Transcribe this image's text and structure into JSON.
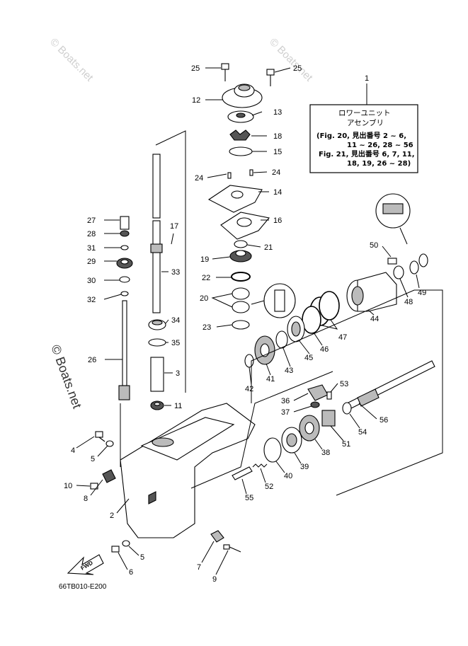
{
  "diagram": {
    "watermark": "© Boats.net",
    "figure_code": "66TB010-E200",
    "fwd_label": "FWD",
    "legend": {
      "callout": "1",
      "title_line1": "ロワーユニット",
      "title_line2": "アセンブリ",
      "note_line1": "(Fig. 20, 見出番号 2 ~ 6,",
      "note_line2": "11 ~ 26, 28 ~ 56",
      "note_line3": "Fig. 21, 見出番号 6, 7, 11,",
      "note_line4": "18, 19, 26 ~ 28)"
    },
    "callouts": [
      {
        "id": "c25a",
        "label": "25"
      },
      {
        "id": "c25b",
        "label": "25"
      },
      {
        "id": "c12",
        "label": "12"
      },
      {
        "id": "c13",
        "label": "13"
      },
      {
        "id": "c18",
        "label": "18"
      },
      {
        "id": "c15",
        "label": "15"
      },
      {
        "id": "c24a",
        "label": "24"
      },
      {
        "id": "c24b",
        "label": "24"
      },
      {
        "id": "c14",
        "label": "14"
      },
      {
        "id": "c16",
        "label": "16"
      },
      {
        "id": "c17",
        "label": "17"
      },
      {
        "id": "c27",
        "label": "27"
      },
      {
        "id": "c28",
        "label": "28"
      },
      {
        "id": "c31",
        "label": "31"
      },
      {
        "id": "c29",
        "label": "29"
      },
      {
        "id": "c30",
        "label": "30"
      },
      {
        "id": "c32",
        "label": "32"
      },
      {
        "id": "c33",
        "label": "33"
      },
      {
        "id": "c21",
        "label": "21"
      },
      {
        "id": "c19",
        "label": "19"
      },
      {
        "id": "c22",
        "label": "22"
      },
      {
        "id": "c20",
        "label": "20"
      },
      {
        "id": "c23",
        "label": "23"
      },
      {
        "id": "c34",
        "label": "34"
      },
      {
        "id": "c35",
        "label": "35"
      },
      {
        "id": "c3",
        "label": "3"
      },
      {
        "id": "c26",
        "label": "26"
      },
      {
        "id": "c11",
        "label": "11"
      },
      {
        "id": "c50",
        "label": "50"
      },
      {
        "id": "c49",
        "label": "49"
      },
      {
        "id": "c48",
        "label": "48"
      },
      {
        "id": "c44",
        "label": "44"
      },
      {
        "id": "c47",
        "label": "47"
      },
      {
        "id": "c46",
        "label": "46"
      },
      {
        "id": "c45",
        "label": "45"
      },
      {
        "id": "c43",
        "label": "43"
      },
      {
        "id": "c41",
        "label": "41"
      },
      {
        "id": "c42",
        "label": "42"
      },
      {
        "id": "c53",
        "label": "53"
      },
      {
        "id": "c36",
        "label": "36"
      },
      {
        "id": "c37",
        "label": "37"
      },
      {
        "id": "c56",
        "label": "56"
      },
      {
        "id": "c54",
        "label": "54"
      },
      {
        "id": "c51",
        "label": "51"
      },
      {
        "id": "c38",
        "label": "38"
      },
      {
        "id": "c39",
        "label": "39"
      },
      {
        "id": "c40",
        "label": "40"
      },
      {
        "id": "c52",
        "label": "52"
      },
      {
        "id": "c55",
        "label": "55"
      },
      {
        "id": "c4",
        "label": "4"
      },
      {
        "id": "c5a",
        "label": "5"
      },
      {
        "id": "c10",
        "label": "10"
      },
      {
        "id": "c8",
        "label": "8"
      },
      {
        "id": "c2",
        "label": "2"
      },
      {
        "id": "c5b",
        "label": "5"
      },
      {
        "id": "c6",
        "label": "6"
      },
      {
        "id": "c7",
        "label": "7"
      },
      {
        "id": "c9",
        "label": "9"
      }
    ]
  }
}
